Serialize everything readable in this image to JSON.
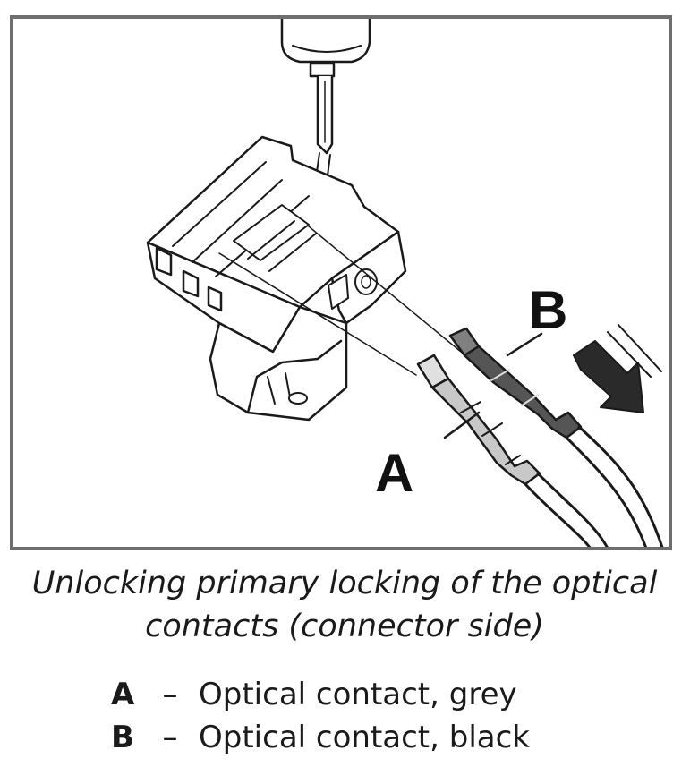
{
  "figure": {
    "callouts": [
      {
        "id": "A",
        "label": "A"
      },
      {
        "id": "B",
        "label": "B"
      }
    ],
    "colors": {
      "frame": "#6e6e6e",
      "line": "#1a1a1a",
      "grey_contact": "#c8c8c8",
      "black_contact": "#505050"
    }
  },
  "caption": {
    "line1": "Unlocking primary locking of the optical",
    "line2": "contacts (connector side)"
  },
  "legend": [
    {
      "key": "A",
      "dash": "–",
      "text": "Optical contact, grey"
    },
    {
      "key": "B",
      "dash": "–",
      "text": "Optical contact, black"
    }
  ]
}
